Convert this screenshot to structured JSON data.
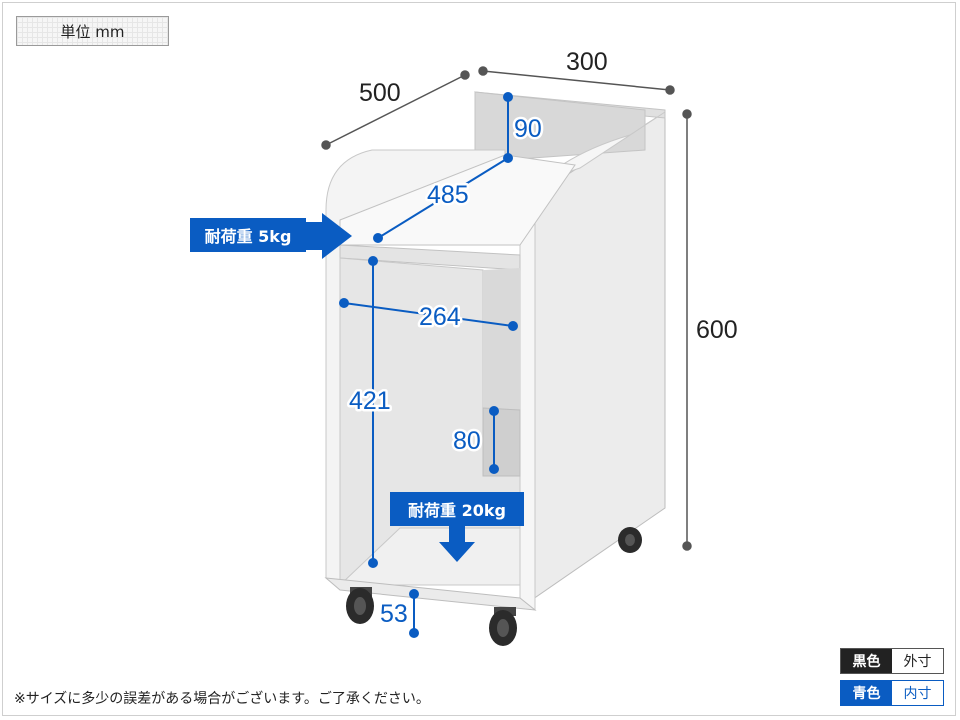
{
  "unit_label": "単位 mm",
  "outer_dimensions": {
    "depth": "500",
    "width": "300",
    "height": "600"
  },
  "inner_dimensions": {
    "top_tray_height": "90",
    "top_shelf_depth": "485",
    "inner_width": "264",
    "lower_opening_height": "421",
    "bottom_lip_height": "80",
    "floor_clearance": "53"
  },
  "load_labels": {
    "top_shelf": "耐荷重 5kg",
    "bottom_shelf": "耐荷重 20kg"
  },
  "note": "※サイズに多少の誤差がある場合がございます。ご了承ください。",
  "legend": {
    "black": {
      "swatch": "黒色",
      "meaning": "外寸"
    },
    "blue": {
      "swatch": "青色",
      "meaning": "内寸"
    }
  },
  "colors": {
    "outer_dimension": "#555555",
    "inner_dimension": "#0a5cc2",
    "furniture": "#f1f1f1"
  }
}
